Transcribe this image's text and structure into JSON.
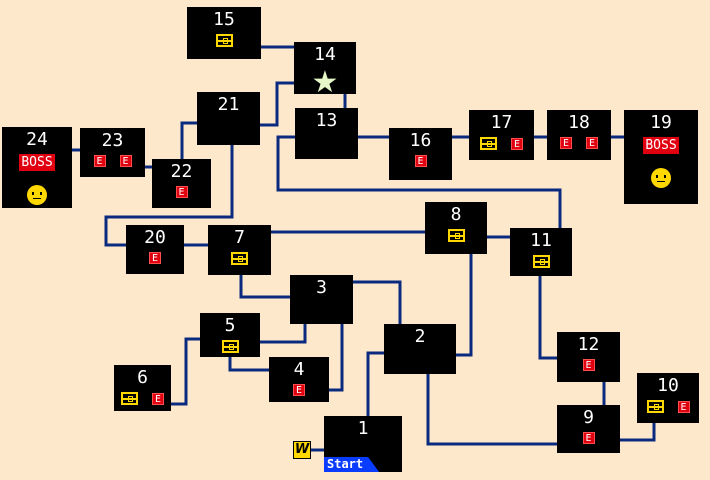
{
  "colors": {
    "background": "#fde8cc",
    "room": "#000000",
    "link": "#0a2a80",
    "enemy": "#e00010",
    "chest": "#ffd800",
    "start": "#0a3cff"
  },
  "rooms": [
    {
      "id": "15",
      "icons": [
        "chest"
      ]
    },
    {
      "id": "14",
      "icons": [
        "star"
      ]
    },
    {
      "id": "21",
      "icons": []
    },
    {
      "id": "13",
      "icons": []
    },
    {
      "id": "16",
      "icons": [
        "enemy"
      ]
    },
    {
      "id": "17",
      "icons": [
        "chest",
        "enemy"
      ]
    },
    {
      "id": "18",
      "icons": [
        "enemy",
        "enemy"
      ]
    },
    {
      "id": "19",
      "icons": [
        "boss",
        "face"
      ]
    },
    {
      "id": "24",
      "icons": [
        "boss",
        "face"
      ]
    },
    {
      "id": "23",
      "icons": [
        "enemy",
        "enemy"
      ]
    },
    {
      "id": "22",
      "icons": [
        "enemy"
      ]
    },
    {
      "id": "8",
      "icons": [
        "chest"
      ]
    },
    {
      "id": "11",
      "icons": [
        "chest"
      ]
    },
    {
      "id": "20",
      "icons": [
        "enemy"
      ]
    },
    {
      "id": "7",
      "icons": [
        "chest"
      ]
    },
    {
      "id": "3",
      "icons": []
    },
    {
      "id": "5",
      "icons": [
        "chest"
      ]
    },
    {
      "id": "2",
      "icons": []
    },
    {
      "id": "12",
      "icons": [
        "enemy"
      ]
    },
    {
      "id": "6",
      "icons": [
        "chest",
        "enemy"
      ]
    },
    {
      "id": "4",
      "icons": [
        "enemy"
      ]
    },
    {
      "id": "10",
      "icons": [
        "chest",
        "enemy"
      ]
    },
    {
      "id": "9",
      "icons": [
        "enemy"
      ]
    },
    {
      "id": "1",
      "icons": []
    }
  ],
  "labels": {
    "enemy": "E",
    "boss": "BOSS",
    "star": "★",
    "start": "Start",
    "warp": "W"
  }
}
